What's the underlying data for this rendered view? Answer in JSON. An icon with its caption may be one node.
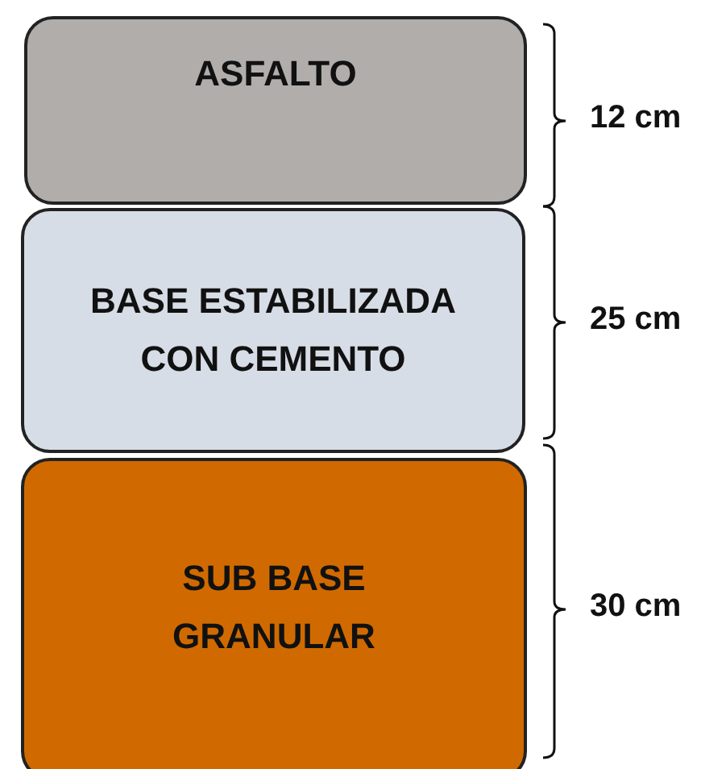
{
  "diagram": {
    "nodes": [
      {
        "text": [
          "ASFALTO"
        ]
      },
      {
        "text": [
          "BASE ESTABILIZADA CON CEMENTO"
        ]
      },
      {
        "text": [
          "SUB BASE GRANULAR"
        ]
      }
    ],
    "labels": [
      "12 cm",
      "25 cm",
      "30 cm"
    ]
  }
}
